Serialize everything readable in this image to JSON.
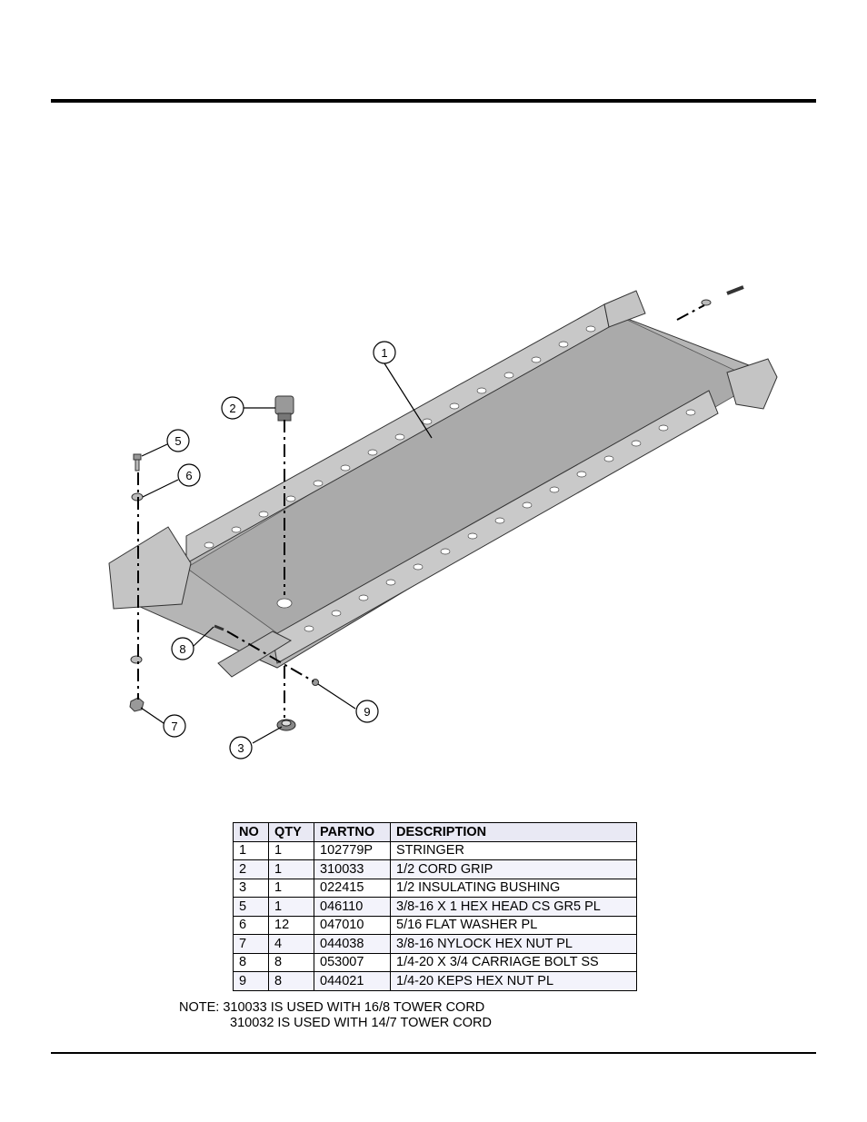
{
  "callouts": [
    "1",
    "2",
    "3",
    "5",
    "6",
    "7",
    "8",
    "9"
  ],
  "table": {
    "headers": [
      "NO",
      "QTY",
      "PARTNO",
      "DESCRIPTION"
    ],
    "rows": [
      [
        "1",
        "1",
        "102779P",
        "STRINGER"
      ],
      [
        "2",
        "1",
        "310033",
        "1/2 CORD GRIP"
      ],
      [
        "3",
        "1",
        "022415",
        "1/2 INSULATING BUSHING"
      ],
      [
        "5",
        "1",
        "046110",
        "3/8-16 X 1 HEX HEAD CS GR5 PL"
      ],
      [
        "6",
        "12",
        "047010",
        "5/16 FLAT WASHER PL"
      ],
      [
        "7",
        "4",
        "044038",
        "3/8-16 NYLOCK HEX NUT PL"
      ],
      [
        "8",
        "8",
        "053007",
        "1/4-20 X 3/4 CARRIAGE BOLT SS"
      ],
      [
        "9",
        "8",
        "044021",
        "1/4-20 KEPS HEX NUT PL"
      ]
    ]
  },
  "note": {
    "label": "NOTE:",
    "line1": "310033 IS USED WITH 16/8 TOWER CORD",
    "line2": "310032 IS USED WITH 14/7 TOWER CORD"
  }
}
